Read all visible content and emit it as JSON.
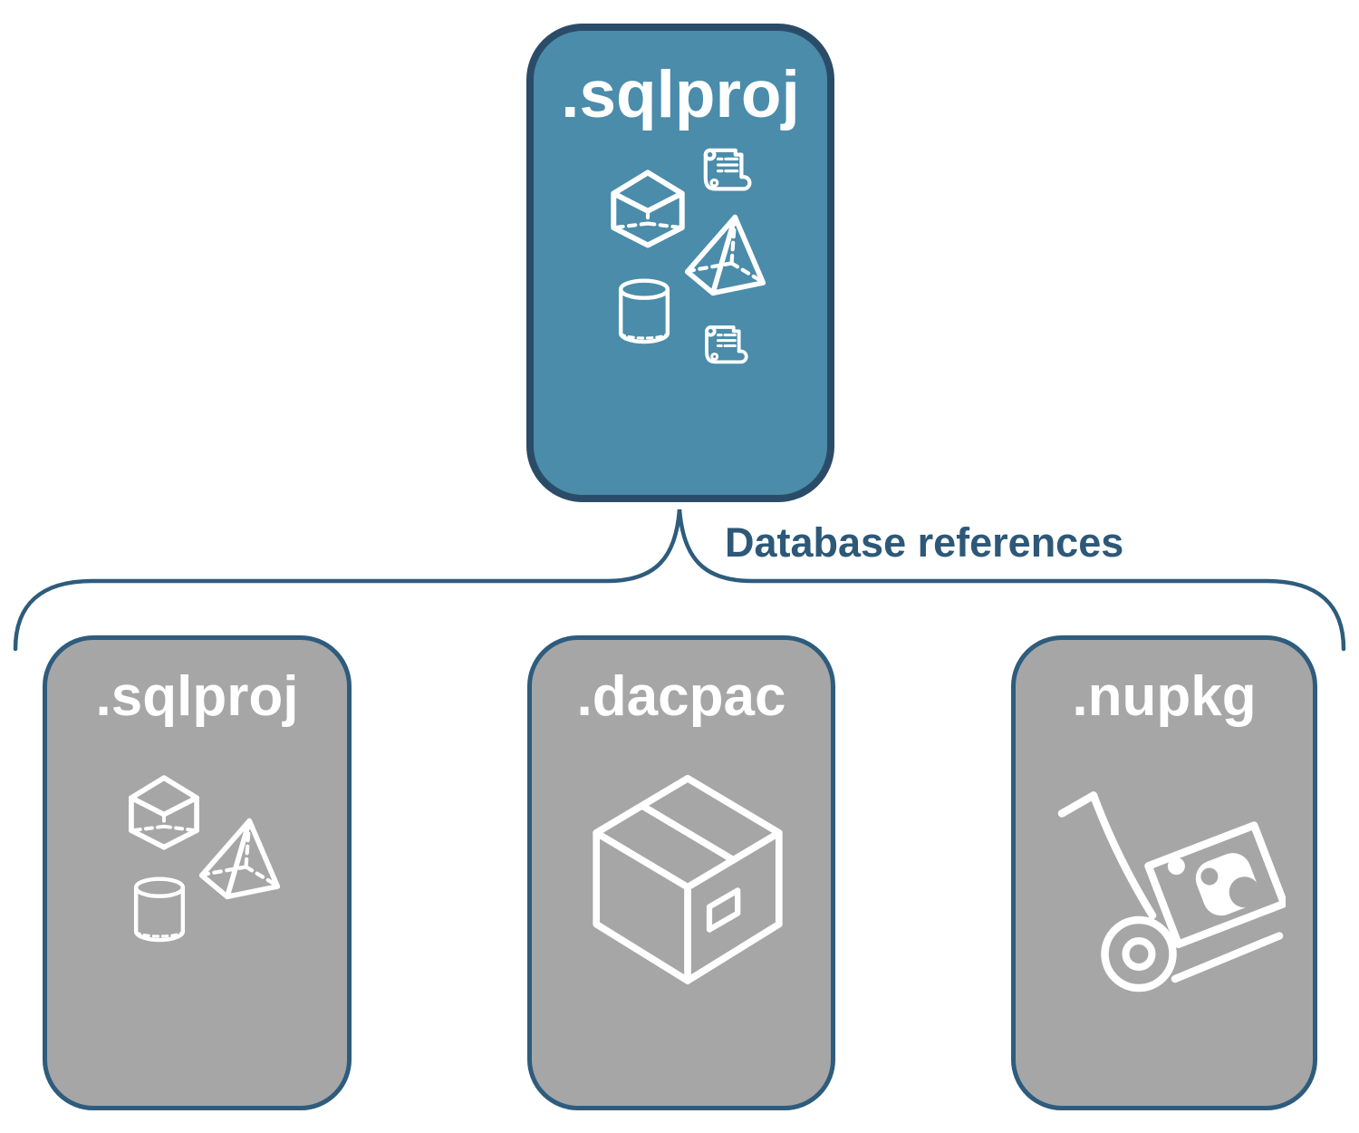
{
  "diagram": {
    "root_node": {
      "label": ".sqlproj",
      "icons": [
        "scroll-icon",
        "cube-icon",
        "pyramid-icon",
        "cylinder-icon",
        "scroll-icon"
      ]
    },
    "connector": {
      "label": "Database references"
    },
    "child_nodes": [
      {
        "label": ".sqlproj",
        "icons": [
          "cube-icon",
          "pyramid-icon",
          "cylinder-icon"
        ]
      },
      {
        "label": ".dacpac",
        "icons": [
          "package-box-icon"
        ]
      },
      {
        "label": ".nupkg",
        "icons": [
          "hand-truck-icon",
          "nuget-logo-icon"
        ]
      }
    ],
    "colors": {
      "background": "#ffffff",
      "root_fill": "#4a8caa",
      "root_border": "#2b4c68",
      "child_fill": "#a6a6a6",
      "child_border": "#2e5c7d",
      "connector_line": "#2e5c7d",
      "connector_text": "#2d5878",
      "icon_stroke": "#ffffff"
    }
  }
}
